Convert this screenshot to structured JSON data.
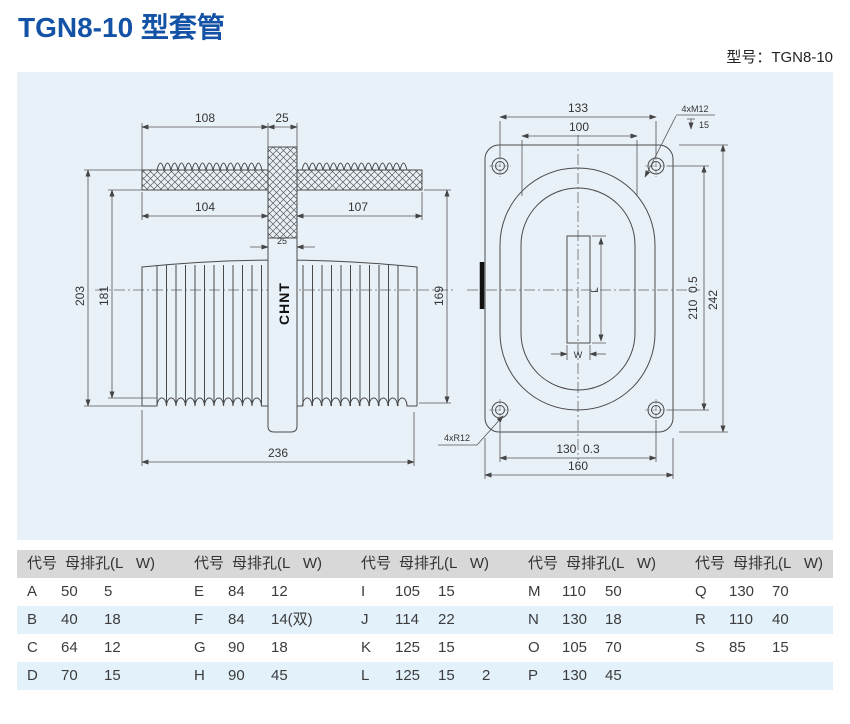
{
  "page": {
    "title": "TGN8-10 型套管",
    "model_label": "型号：TGN8-10"
  },
  "colors": {
    "title_blue": "#1452a5",
    "panel_bg": "#e9f1f8",
    "table_header_gray": "#d8d8d8",
    "table_row_blue": "#e3f1fb",
    "line": "#4a4a4a"
  },
  "drawing": {
    "logo": "CHNT",
    "side_view": {
      "dim_top_flange": "108",
      "dim_stem_top": "25",
      "dim_flange_left": "104",
      "dim_flange_right": "107",
      "dim_stem_bottom": "25",
      "dim_height_outer": "203",
      "dim_height_inner": "181",
      "dim_body_height": "169",
      "dim_total_width": "236"
    },
    "front_view": {
      "dim_hole_span_x": "133",
      "dim_inner_width": "100",
      "thread_note": "4xM12",
      "thread_depth": "15",
      "dim_total_height": "242",
      "dim_hole_span_y": "210  0.5",
      "dim_hole_span_bottom": "130  0.3",
      "dim_total_width": "160",
      "corner_radius_note": "4xR12",
      "slot_length_label": "L",
      "slot_width_label": "W"
    }
  },
  "table": {
    "header": {
      "code": "代号",
      "hole": "母排孔(L   W)"
    },
    "groups": [
      {
        "rows": [
          {
            "code": "A",
            "l": "50",
            "w": "5",
            "x": ""
          },
          {
            "code": "B",
            "l": "40",
            "w": "18",
            "x": ""
          },
          {
            "code": "C",
            "l": "64",
            "w": "12",
            "x": ""
          },
          {
            "code": "D",
            "l": "70",
            "w": "15",
            "x": ""
          }
        ]
      },
      {
        "rows": [
          {
            "code": "E",
            "l": "84",
            "w": "12",
            "x": ""
          },
          {
            "code": "F",
            "l": "84",
            "w": "14(双)",
            "x": ""
          },
          {
            "code": "G",
            "l": "90",
            "w": "18",
            "x": ""
          },
          {
            "code": "H",
            "l": "90",
            "w": "45",
            "x": ""
          }
        ]
      },
      {
        "rows": [
          {
            "code": "I",
            "l": "105",
            "w": "15",
            "x": ""
          },
          {
            "code": "J",
            "l": "114",
            "w": "22",
            "x": ""
          },
          {
            "code": "K",
            "l": "125",
            "w": "15",
            "x": ""
          },
          {
            "code": "L",
            "l": "125",
            "w": "15",
            "x": "2"
          }
        ]
      },
      {
        "rows": [
          {
            "code": "M",
            "l": "110",
            "w": "50",
            "x": ""
          },
          {
            "code": "N",
            "l": "130",
            "w": "18",
            "x": ""
          },
          {
            "code": "O",
            "l": "105",
            "w": "70",
            "x": ""
          },
          {
            "code": "P",
            "l": "130",
            "w": "45",
            "x": ""
          }
        ]
      },
      {
        "rows": [
          {
            "code": "Q",
            "l": "130",
            "w": "70",
            "x": ""
          },
          {
            "code": "R",
            "l": "110",
            "w": "40",
            "x": ""
          },
          {
            "code": "S",
            "l": "85",
            "w": "15",
            "x": ""
          },
          {
            "code": "",
            "l": "",
            "w": "",
            "x": ""
          }
        ]
      }
    ]
  }
}
